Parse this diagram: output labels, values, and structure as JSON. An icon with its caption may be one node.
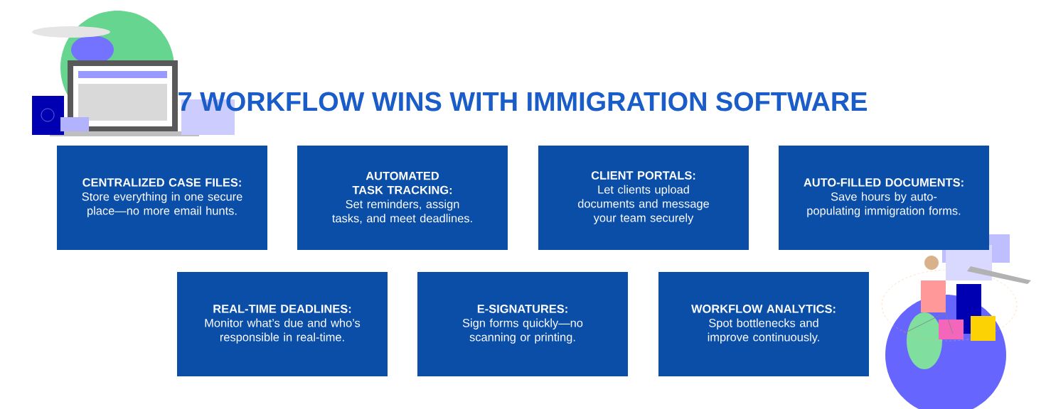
{
  "diagram": {
    "title": "7 WORKFLOW WINS WITH IMMIGRATION SOFTWARE",
    "nodes": [
      {
        "text": [
          "CENTRALIZED CASE FILES:",
          "Store everything in one secure place—no more email hunts."
        ]
      },
      {
        "text": [
          "AUTOMATED TASK TRACKING:",
          "Set reminders, assign tasks, and meet deadlines."
        ]
      },
      {
        "text": [
          "CLIENT PORTALS:",
          "Let clients upload documents and message your team securely"
        ]
      },
      {
        "text": [
          "AUTO-FILLED DOCUMENTS:",
          "Save hours by auto-populating immigration forms."
        ]
      },
      {
        "text": [
          "REAL-TIME DEADLINES:",
          "Monitor what’s due and who’s responsible in real-time."
        ]
      },
      {
        "text": [
          "E-SIGNATURES:",
          "Sign forms quickly—no scanning or printing."
        ]
      },
      {
        "text": [
          "WORKFLOW ANALYTICS:",
          "Spot bottlenecks and improve continuously."
        ]
      }
    ]
  }
}
